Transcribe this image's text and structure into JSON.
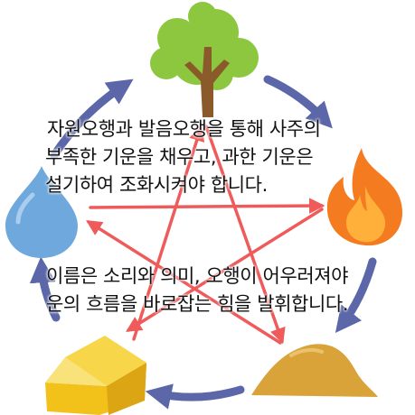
{
  "caption_top": {
    "lines": [
      "자원오행과 발음오행을 통해 사주의",
      "부족한 기운을 채우고, 과한 기운은",
      "설기하여 조화시켜야 합니다."
    ]
  },
  "caption_bottom": {
    "lines": [
      "이름은 소리와 의미, 오행이 어우러져야",
      "운의 흐름을 바로잡는 힘을 발휘합니다."
    ]
  },
  "elements": [
    {
      "name": "tree-icon",
      "color": "#8dc63f"
    },
    {
      "name": "fire-icon",
      "color": "#f47b20"
    },
    {
      "name": "earth-icon",
      "color": "#d9a33a"
    },
    {
      "name": "gold-bar-icon",
      "color": "#f2c21b"
    },
    {
      "name": "water-drop-icon",
      "color": "#6fa8dc"
    }
  ],
  "colors": {
    "cycle_arrow": "#5b67a8",
    "star_arrow": "#ef5b5b"
  }
}
